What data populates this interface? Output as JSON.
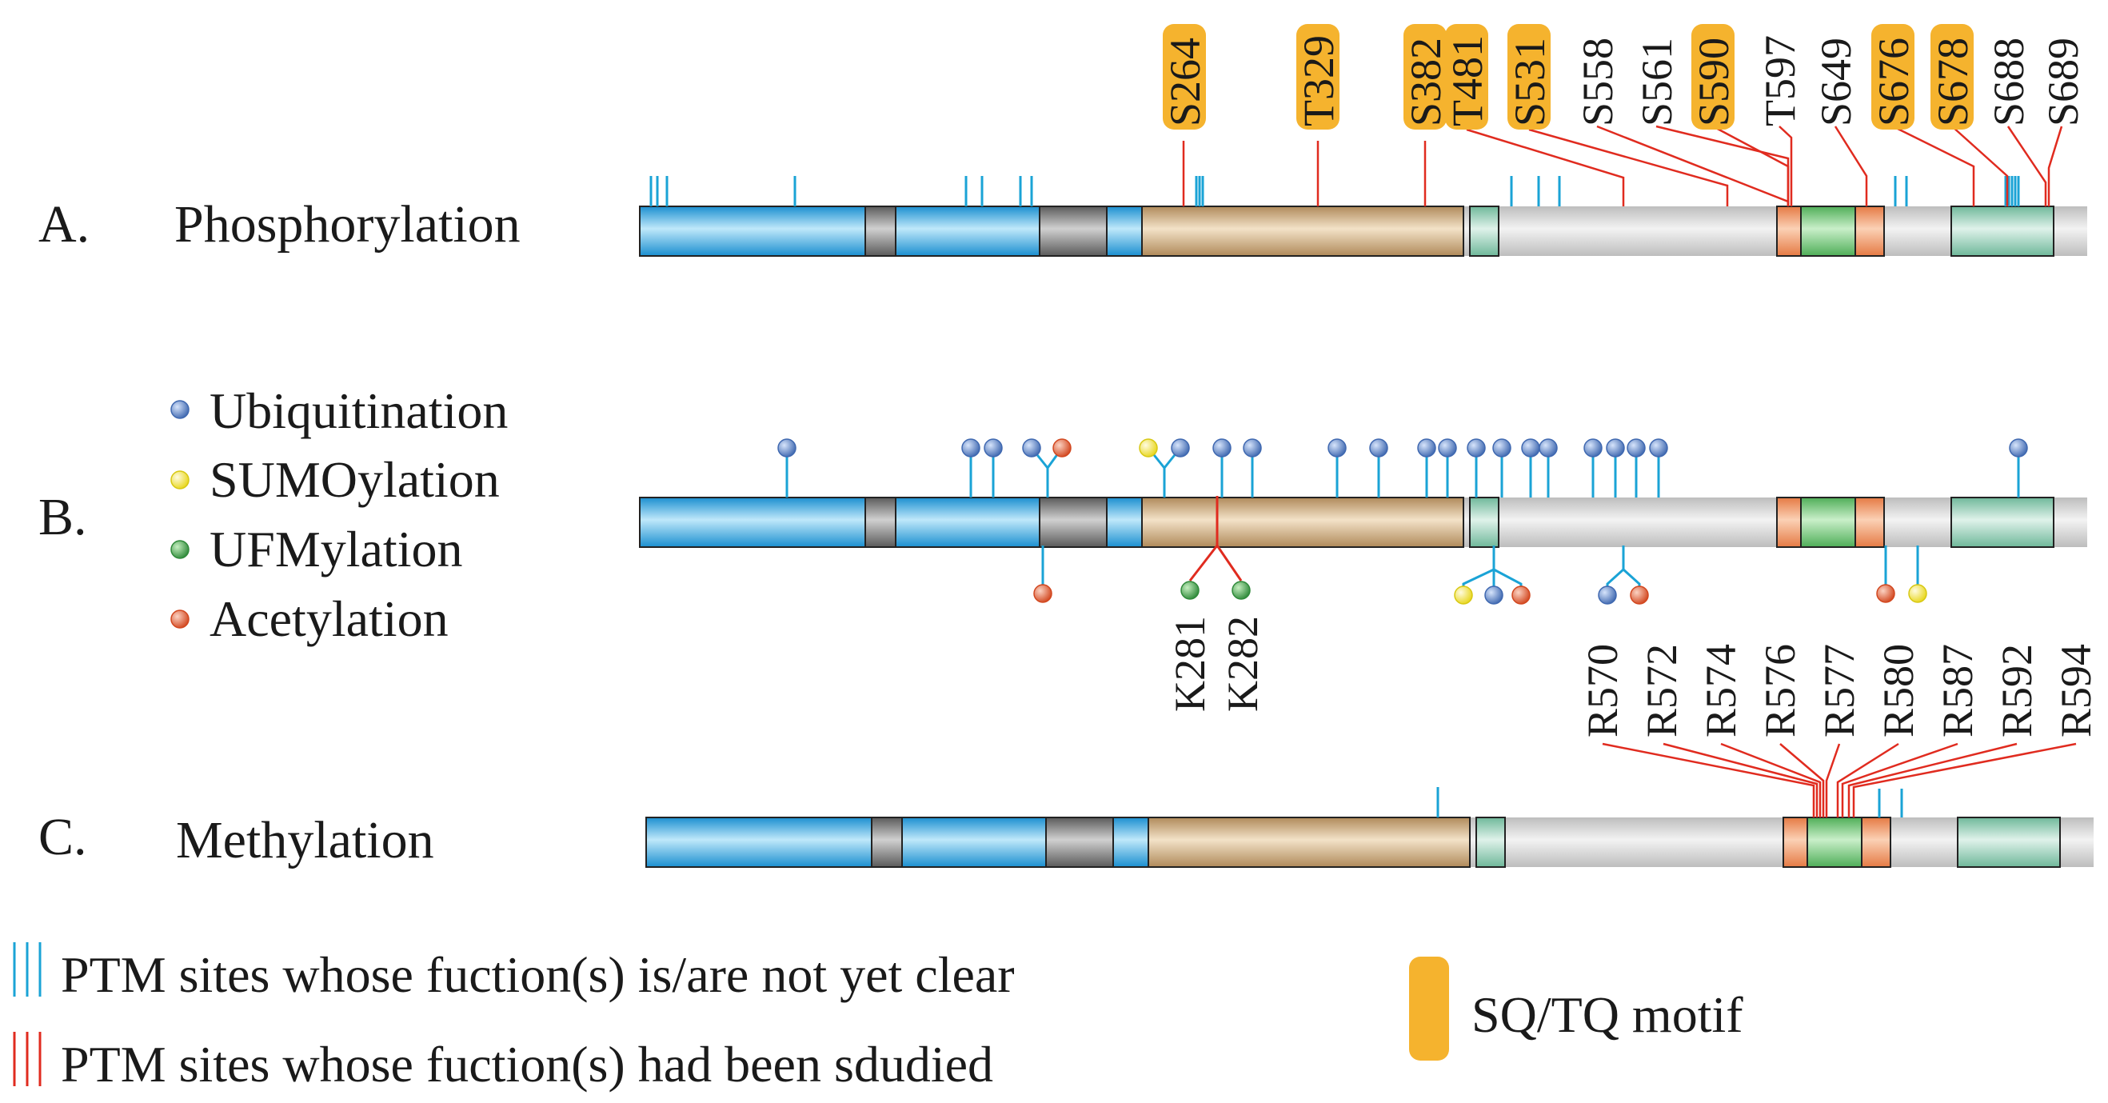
{
  "colors": {
    "blue_domain": "#2ea6e0",
    "gray_box": "#8a8a8a",
    "brown_domain": "#d2b48c",
    "teal_box": "#a8d8c4",
    "light_gray_region": "#d6d6d6",
    "orange_box": "#f0a070",
    "green_box": "#8fd08f",
    "sq_tq_highlight": "#f5b32e",
    "unclear_site_line": "#1aa3d6",
    "studied_site_line": "#e02b1f",
    "ubiquitination": "#4f7fc9",
    "sumoylation": "#f4ec3a",
    "ufmylation": "#3f9e4b",
    "acetylation": "#e5613d"
  },
  "panels": {
    "A": {
      "letter": "A.",
      "title": "Phosphorylation",
      "sites": [
        {
          "label": "S264",
          "sq_tq": true
        },
        {
          "label": "T329",
          "sq_tq": true
        },
        {
          "label": "S382",
          "sq_tq": true
        },
        {
          "label": "T481",
          "sq_tq": true
        },
        {
          "label": "S531",
          "sq_tq": true
        },
        {
          "label": "S558",
          "sq_tq": false
        },
        {
          "label": "S561",
          "sq_tq": false
        },
        {
          "label": "S590",
          "sq_tq": true
        },
        {
          "label": "T597",
          "sq_tq": false
        },
        {
          "label": "S649",
          "sq_tq": false
        },
        {
          "label": "S676",
          "sq_tq": true
        },
        {
          "label": "S678",
          "sq_tq": true
        },
        {
          "label": "S688",
          "sq_tq": false
        },
        {
          "label": "S689",
          "sq_tq": false
        }
      ]
    },
    "B": {
      "letter": "B.",
      "legend": [
        {
          "label": "Ubiquitination",
          "color_key": "ubiquitination"
        },
        {
          "label": "SUMOylation",
          "color_key": "sumoylation"
        },
        {
          "label": "UFMylation",
          "color_key": "ufmylation"
        },
        {
          "label": "Acetylation",
          "color_key": "acetylation"
        }
      ],
      "sites": [
        {
          "label": "K281"
        },
        {
          "label": "K282"
        }
      ]
    },
    "C": {
      "letter": "C.",
      "title": "Methylation",
      "sites": [
        {
          "label": "R570"
        },
        {
          "label": "R572"
        },
        {
          "label": "R574"
        },
        {
          "label": "R576"
        },
        {
          "label": "R577"
        },
        {
          "label": "R580"
        },
        {
          "label": "R587"
        },
        {
          "label": "R592"
        },
        {
          "label": "R594"
        }
      ]
    }
  },
  "legend": {
    "unclear": "PTM sites whose fuction(s) is/are not yet clear",
    "studied": "PTM sites whose fuction(s) had been sdudied",
    "motif": "SQ/TQ motif"
  }
}
